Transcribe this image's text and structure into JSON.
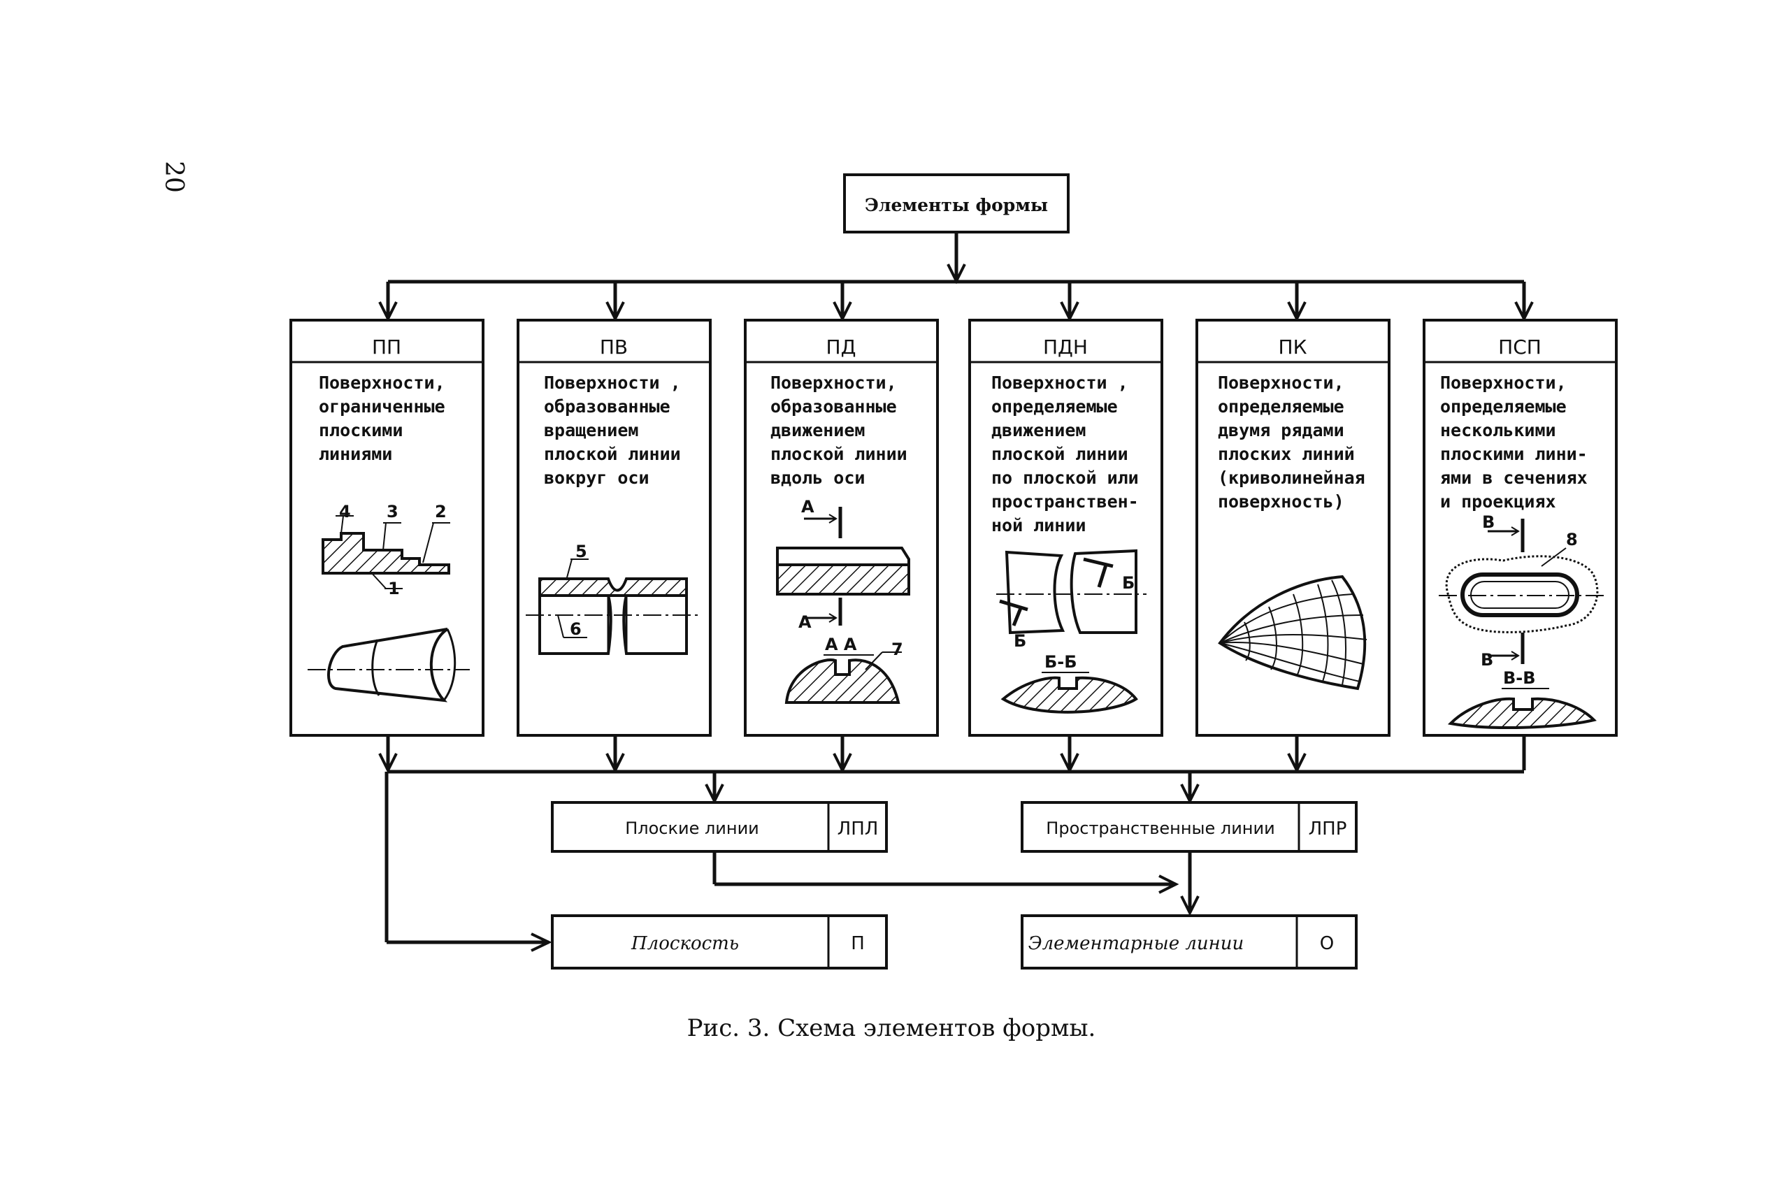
{
  "page_number": "20",
  "top_box": {
    "label": "Элементы формы"
  },
  "categories": [
    {
      "code": "ПП",
      "desc": [
        "Поверхности,",
        "ограниченные",
        "плоскими",
        "линиями"
      ],
      "labels": [
        "4",
        "3",
        "2",
        "1"
      ]
    },
    {
      "code": "ПВ",
      "desc": [
        "Поверхности ,",
        "образованные",
        "вращением",
        "плоской линии",
        "вокруг оси"
      ],
      "labels": [
        "5",
        "6"
      ]
    },
    {
      "code": "ПД",
      "desc": [
        "Поверхности,",
        "образованные",
        "движением",
        "плоской линии",
        "вдоль оси"
      ],
      "labels": [
        "А",
        "А",
        "А А",
        "7"
      ]
    },
    {
      "code": "ПДН",
      "desc": [
        "Поверхности ,",
        "определяемые",
        "движением",
        "плоской линии",
        "по плоской или",
        "пространствен-",
        "ной линии"
      ],
      "labels": [
        "Б",
        "Б",
        "Б-Б"
      ]
    },
    {
      "code": "ПК",
      "desc": [
        "Поверхности,",
        "определяемые",
        "двумя рядами",
        "плоских линий",
        "(криволинейная",
        "поверхность)"
      ],
      "labels": []
    },
    {
      "code": "ПСП",
      "desc": [
        "Поверхности,",
        "определяемые",
        "несколькими",
        "плоскими лини-",
        "ями в сечениях",
        "и проекциях"
      ],
      "labels": [
        "В",
        "8",
        "В",
        "В-В"
      ]
    }
  ],
  "line_boxes": [
    {
      "name": "Плоские линии",
      "code": "ЛПЛ"
    },
    {
      "name": "Пространственные линии",
      "code": "ЛПР"
    }
  ],
  "bottom_boxes": [
    {
      "name": "Плоскость",
      "code": "П"
    },
    {
      "name": "Элементарные линии",
      "code": "О"
    }
  ],
  "caption": "Рис. 3. Схема элементов формы."
}
